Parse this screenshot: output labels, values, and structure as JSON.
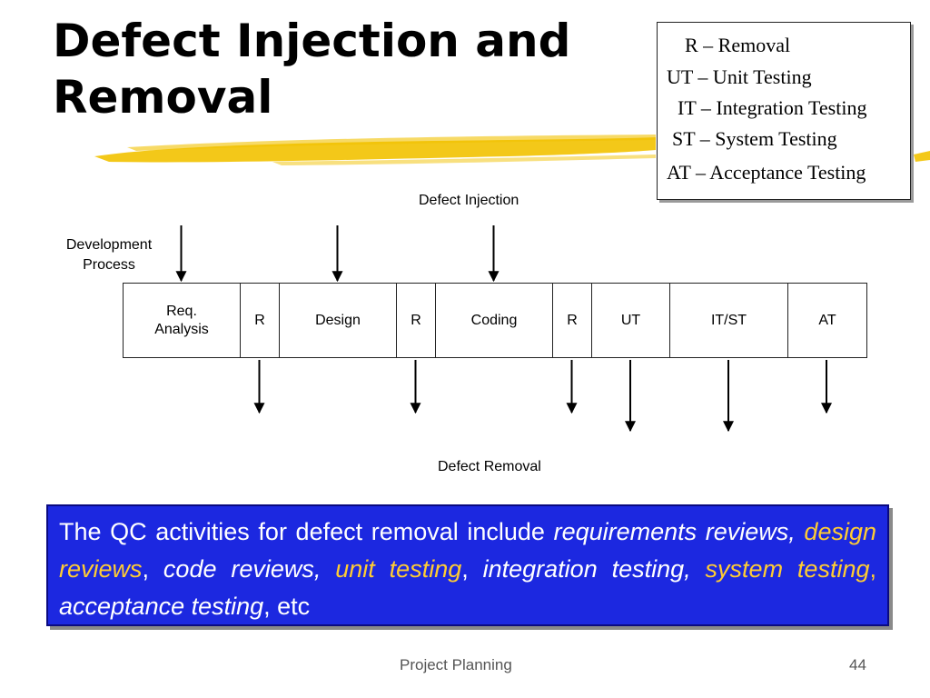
{
  "slide": {
    "title_line1": "Defect Injection and",
    "title_line2": "Removal"
  },
  "legend": [
    "R – Removal",
    "UT – Unit Testing",
    "IT – Integration Testing",
    "ST – System Testing",
    "AT – Acceptance Testing"
  ],
  "diagram": {
    "injection_label": "Defect Injection",
    "development_label_line1": "Development",
    "development_label_line2": "Process",
    "removal_label": "Defect Removal",
    "phases": [
      {
        "label": "Req.\nAnalysis",
        "injects": true,
        "removes": false
      },
      {
        "label": "R",
        "injects": false,
        "removes": true
      },
      {
        "label": "Design",
        "injects": true,
        "removes": false
      },
      {
        "label": "R",
        "injects": false,
        "removes": true
      },
      {
        "label": "Coding",
        "injects": true,
        "removes": false
      },
      {
        "label": "R",
        "injects": false,
        "removes": true
      },
      {
        "label": "UT",
        "injects": false,
        "removes": true
      },
      {
        "label": "IT/ST",
        "injects": false,
        "removes": true
      },
      {
        "label": "AT",
        "injects": false,
        "removes": true
      }
    ]
  },
  "qc_box": {
    "p1": "The QC activities for defect removal include ",
    "p2": "requirements reviews,",
    "p3": " ",
    "p4": "design reviews",
    "p5": ", ",
    "p6": "code reviews,",
    "p7": " ",
    "p8": "unit testing",
    "p9": ", ",
    "p10": "integration testing,",
    "p11": " ",
    "p12": "system testing",
    "p13": ", ",
    "p14": "acceptance testing",
    "p15": ", etc",
    "bg_color": "#1c28e0",
    "highlight_color": "#ffcc33"
  },
  "footer": {
    "title": "Project Planning",
    "page": "44"
  }
}
